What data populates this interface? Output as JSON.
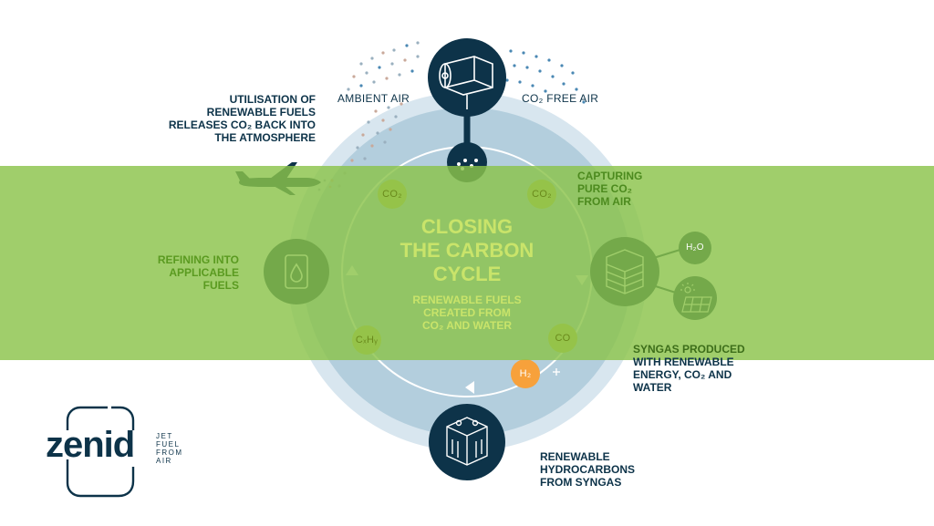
{
  "diagram": {
    "title_lines": [
      "CLOSING",
      "THE CARBON",
      "CYCLE"
    ],
    "subtitle_lines": [
      "RENEWABLE FUELS",
      "CREATED FROM",
      "CO₂ AND WATER"
    ],
    "ambient_air": "AMBIENT AIR",
    "co2_free_air": "CO₂ FREE AIR",
    "utilisation_lines": [
      "UTILISATION OF",
      "RENEWABLE FUELS",
      "RELEASES CO₂ BACK INTO",
      "THE ATMOSPHERE"
    ],
    "capturing_lines": [
      "CAPTURING",
      "PURE CO₂",
      "FROM AIR"
    ],
    "refining_lines": [
      "REFINING INTO",
      "APPLICABLE",
      "FUELS"
    ],
    "syngas_lines": [
      "SYNGAS PRODUCED",
      "WITH RENEWABLE",
      "ENERGY, CO₂ AND",
      "WATER"
    ],
    "hydrocarbons_lines": [
      "RENEWABLE",
      "HYDROCARBONS",
      "FROM SYNGAS"
    ],
    "molecule_co2": "CO₂",
    "molecule_co": "CO",
    "molecule_h2": "H₂",
    "molecule_h2o": "H₂O",
    "molecule_cxhy": "CₓHᵧ"
  },
  "logo": {
    "name": "zenid",
    "tagline_lines": [
      "JET",
      "FUEL",
      "FROM",
      "AIR"
    ]
  },
  "colors": {
    "navy": "#0d3349",
    "green_band": "#8bc34a",
    "dark_green": "#4c8a1e",
    "light_blue": "#c7dce8",
    "mid_blue": "#a9c9da",
    "orange": "#f7a13b",
    "olive": "#b5b32a"
  }
}
